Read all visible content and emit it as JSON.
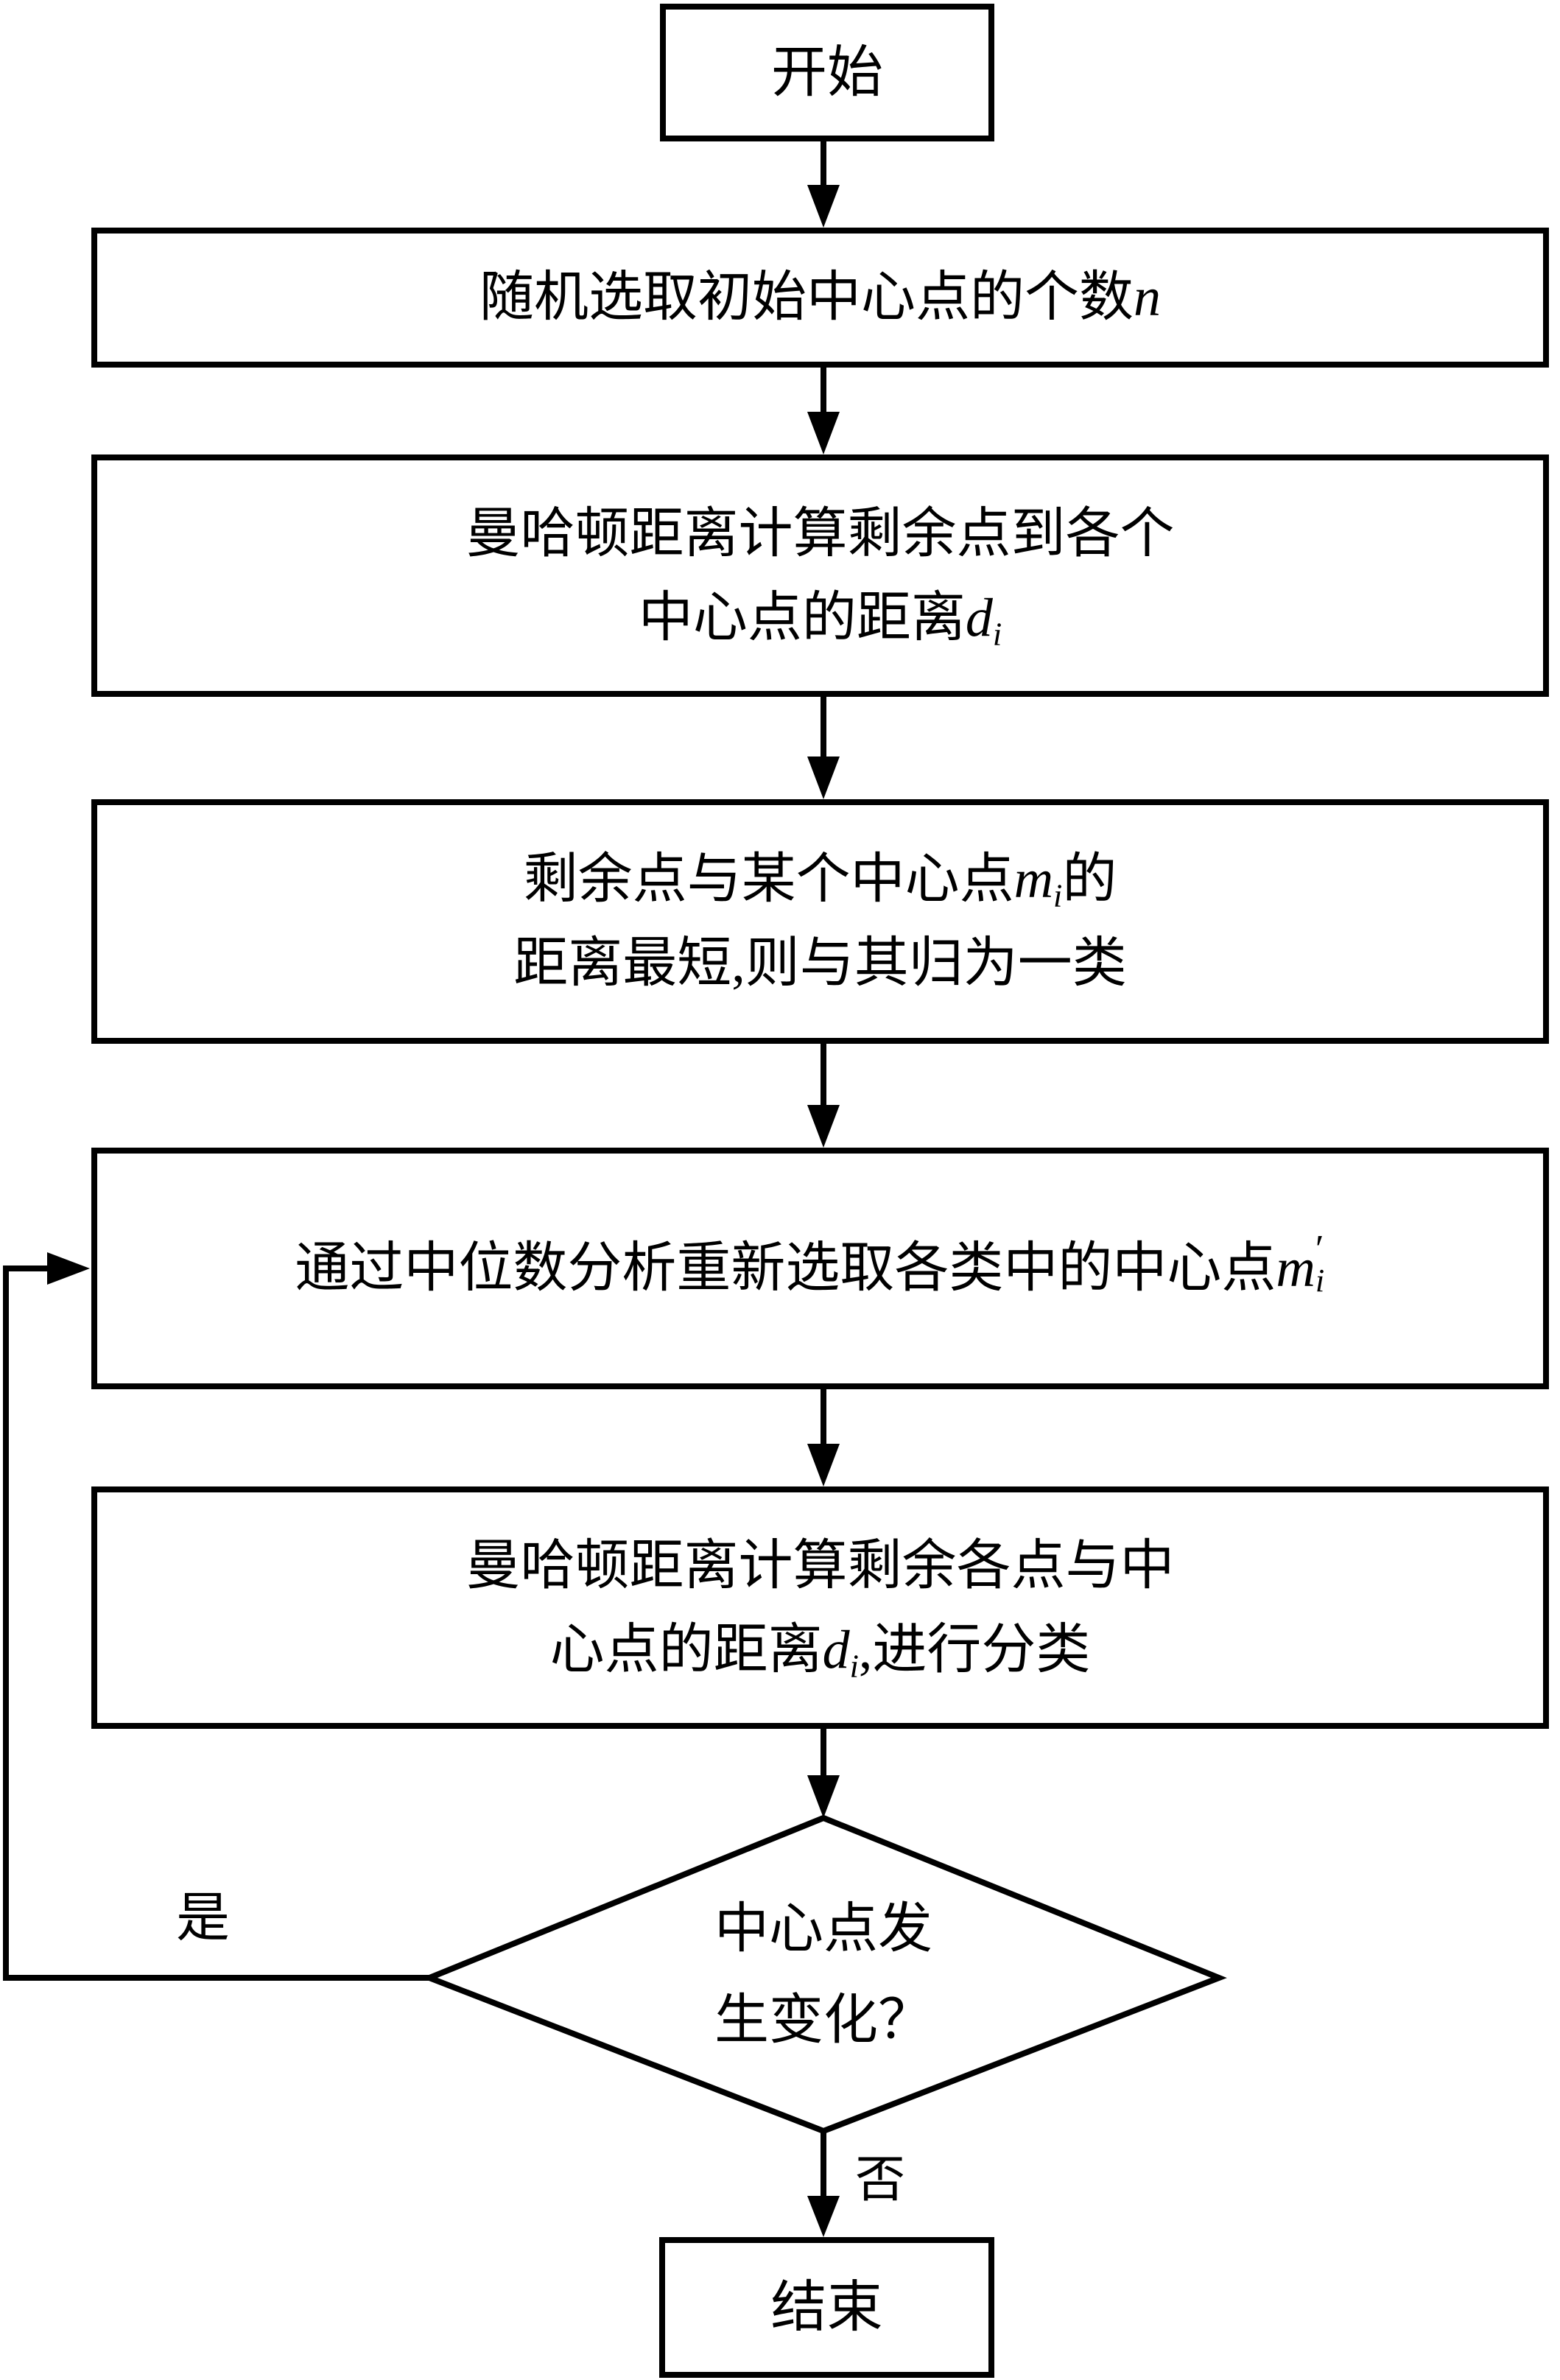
{
  "flowchart": {
    "nodes": {
      "start": {
        "label": "开始"
      },
      "init": {
        "line1_main": "随机选取初始中心点的个数",
        "line1_var": "n"
      },
      "calc_dist": {
        "line1": "曼哈顿距离计算剩余点到各个",
        "line2_main": "中心点的距离",
        "line2_var": "d",
        "line2_sub": "i"
      },
      "assign": {
        "line1_main": "剩余点与某个中心点",
        "line1_var": "m",
        "line1_sub": "i",
        "line1_tail": "的",
        "line2": "距离最短,则与其归为一类"
      },
      "reselect": {
        "line1_main": "通过中位数分析重新选取各类中的中心点",
        "line1_var": "m",
        "line1_prime": "′",
        "line1_sub": "i"
      },
      "reclassify": {
        "line1": "曼哈顿距离计算剩余各点与中",
        "line2_main": "心点的距离",
        "line2_var": "d",
        "line2_sub": "i",
        "line2_tail": ",进行分类"
      },
      "decision": {
        "line1": "中心点发",
        "line2": "生变化？"
      },
      "end": {
        "label": "结束"
      }
    },
    "edges": {
      "yes_label": "是",
      "no_label": "否"
    },
    "colors": {
      "stroke": "#000000",
      "fill": "#ffffff",
      "text": "#000000"
    }
  }
}
